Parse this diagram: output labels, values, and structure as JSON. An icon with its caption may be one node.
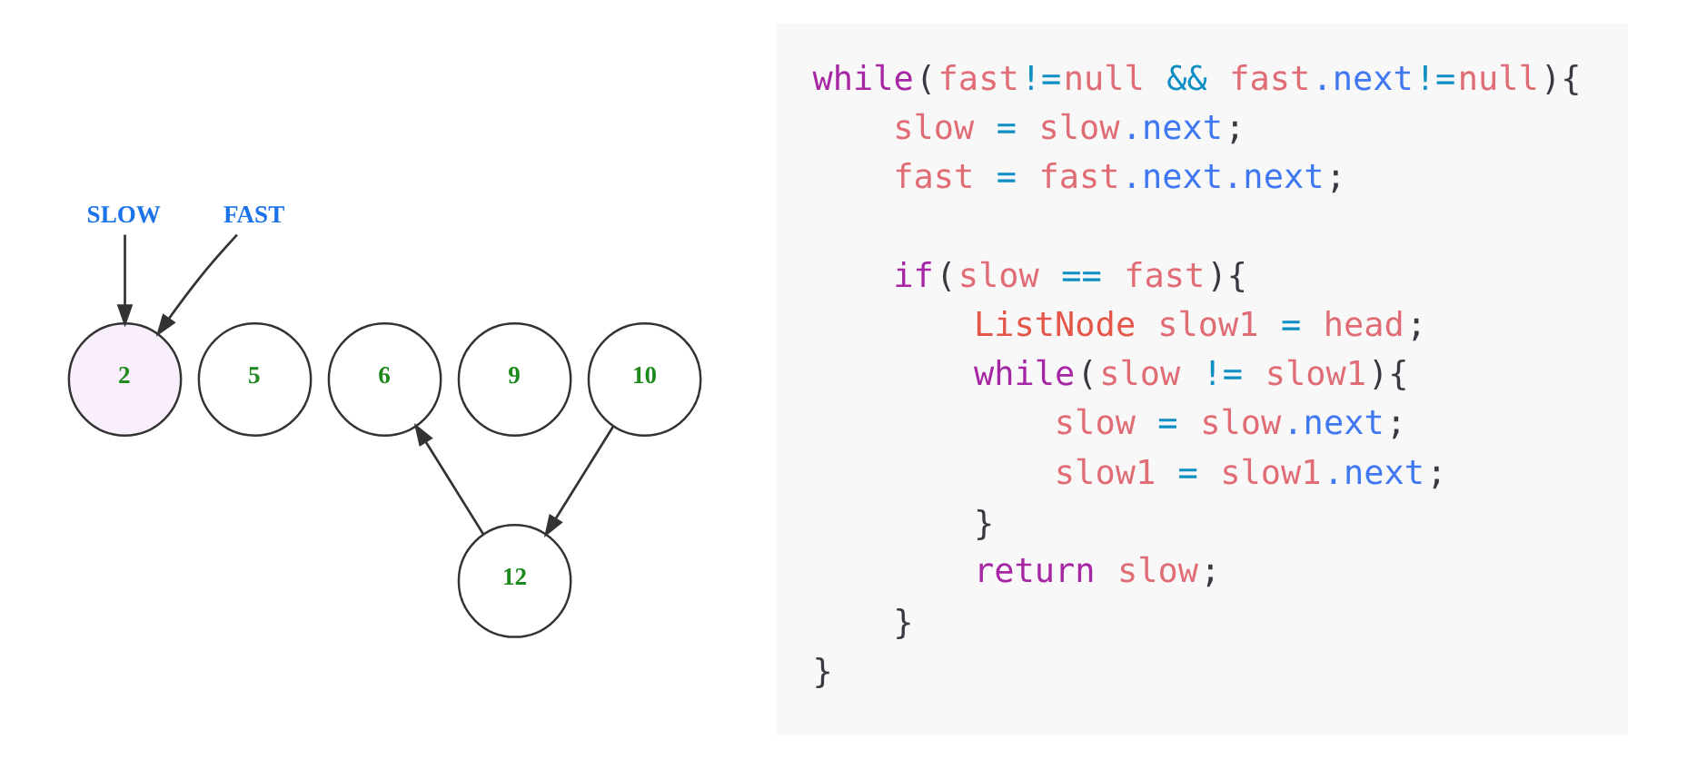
{
  "diagram": {
    "nodes": [
      {
        "text": [
          "SLOW"
        ]
      },
      {
        "text": [
          "FAST"
        ]
      },
      {
        "text": [
          "2"
        ]
      },
      {
        "text": [
          "5"
        ]
      },
      {
        "text": [
          "6"
        ]
      },
      {
        "text": [
          "9"
        ]
      },
      {
        "text": [
          "10"
        ]
      },
      {
        "text": [
          "12"
        ]
      }
    ],
    "edges": [
      {
        "from": 0,
        "to": 2,
        "arrow": "to"
      },
      {
        "from": 1,
        "to": 2,
        "arrow": "to"
      },
      {
        "from": 6,
        "to": 7,
        "arrow": "to"
      },
      {
        "from": 7,
        "to": 4,
        "arrow": "to"
      }
    ],
    "labels": [
      "while(fast!=null && fast.next!=null){",
      "slow = slow.next;",
      "fast = fast.next.next;",
      "if(slow == fast){",
      "ListNode slow1 = head;",
      "while(slow != slow1){",
      "slow = slow.next;",
      "slow1 = slow1.next;",
      "}",
      "return slow;",
      "}",
      "}"
    ]
  }
}
